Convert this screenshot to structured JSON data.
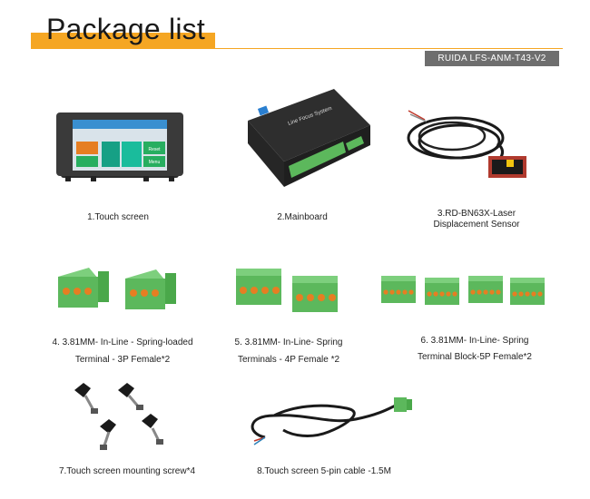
{
  "header": {
    "title": "Package list",
    "model": "RUIDA LFS-ANM-T43-V2"
  },
  "items": [
    {
      "caption": "1.Touch screen",
      "screen": [
        "Reset",
        "Menu"
      ]
    },
    {
      "caption": "2.Mainboard",
      "board_label": "Line Focus System"
    },
    {
      "caption_line1": "3.RD-BN63X-Laser",
      "caption_line2": "Displacement Sensor"
    },
    {
      "caption_line1": "4. 3.81MM- In-Line - Spring-loaded",
      "caption_line2": "Terminal - 3P Female*2"
    },
    {
      "caption_line1": "5. 3.81MM- In-Line- Spring",
      "caption_line2": "Terminals - 4P Female *2"
    },
    {
      "caption_line1": "6. 3.81MM- In-Line- Spring",
      "caption_line2": "Terminal Block-5P Female*2"
    },
    {
      "caption": "7.Touch screen mounting screw*4"
    },
    {
      "caption": "8.Touch screen 5-pin cable -1.5M"
    }
  ],
  "colors": {
    "accent": "#f5a623",
    "badge": "#6e6e6e",
    "terminal": "#5cb85c"
  }
}
